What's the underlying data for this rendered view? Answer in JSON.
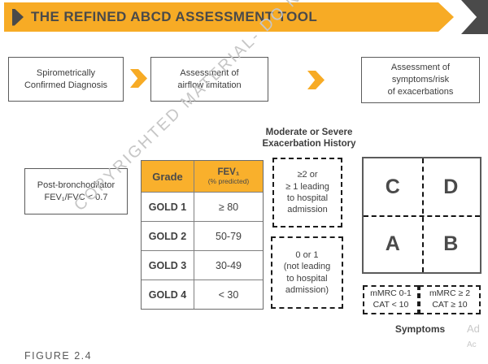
{
  "banner": {
    "title": "THE REFINED ABCD ASSESSMENT TOOL",
    "accent_color": "#F7AB25",
    "dark_color": "#4A4A4A"
  },
  "flow": {
    "steps": [
      {
        "lines": [
          "Spirometrically",
          "Confirmed Diagnosis"
        ]
      },
      {
        "lines": [
          "Assessment of",
          "airflow limitation"
        ]
      },
      {
        "lines": [
          "Assessment of",
          "symptoms/risk",
          "of exacerbations"
        ]
      }
    ]
  },
  "watermark": {
    "text": "COPYRIGHTED MATERIAL- DO NOT COPY"
  },
  "criteria_box": {
    "lines": [
      "Post-bronchodilator",
      "FEV₁/FVC < 0.7"
    ]
  },
  "grade_table": {
    "header": {
      "col1": "Grade",
      "col2_title": "FEV₁",
      "col2_sub": "(% predicted)"
    },
    "header_color": "#F9B02C",
    "rows": [
      {
        "grade": "GOLD 1",
        "fev": "≥ 80"
      },
      {
        "grade": "GOLD 2",
        "fev": "50-79"
      },
      {
        "grade": "GOLD 3",
        "fev": "30-49"
      },
      {
        "grade": "GOLD 4",
        "fev": "< 30"
      }
    ]
  },
  "exacerbation": {
    "heading_lines": [
      "Moderate or Severe",
      "Exacerbation History"
    ],
    "high_risk_lines": [
      "≥2 or",
      "≥ 1 leading",
      "to hospital",
      "admission"
    ],
    "low_risk_lines": [
      "0 or 1",
      "(not leading",
      "to hospital",
      "admission)"
    ]
  },
  "quadrant": {
    "top_left": "C",
    "top_right": "D",
    "bottom_left": "A",
    "bottom_right": "B"
  },
  "symptoms": {
    "low_lines": [
      "mMRC 0-1",
      "CAT < 10"
    ],
    "high_lines": [
      "mMRC ≥ 2",
      "CAT ≥ 10"
    ],
    "axis_label": "Symptoms"
  },
  "footer": {
    "figure_label": "FIGURE 2.4"
  },
  "edge_fragments": {
    "line1": "Ad",
    "line2": "Ac"
  }
}
